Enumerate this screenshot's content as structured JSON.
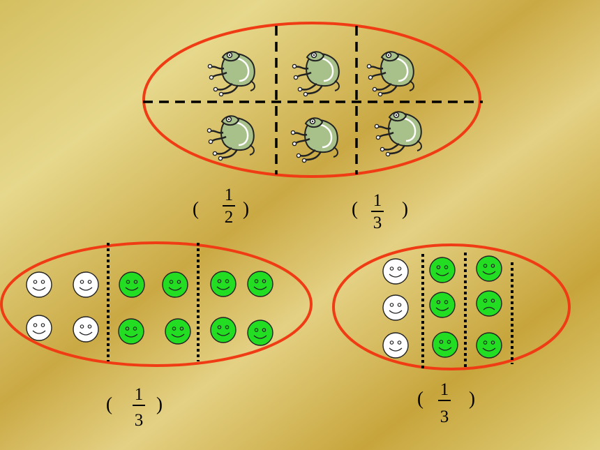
{
  "colors": {
    "background_light": "#e6d88a",
    "background_dark": "#c4a43a",
    "oval_stroke": "#f03c14",
    "divider": "#000000",
    "happy_face": "#22dd22",
    "plain_face": "#ffffff",
    "frog_body": "#a8c08a"
  },
  "icons": {
    "frog": "frog-icon",
    "green_face": "green-smiley-icon",
    "white_face": "white-smiley-icon",
    "sad_face": "green-frown-icon"
  },
  "groups": [
    {
      "name": "frogs",
      "total": 6,
      "parts_horizontal": 2,
      "parts_vertical": 3
    },
    {
      "name": "faces-a",
      "total": 12,
      "white": 4,
      "green": 8,
      "parts": 3
    },
    {
      "name": "faces-b",
      "total": 9,
      "white": 3,
      "green": 6,
      "frown": 1,
      "parts": 3
    }
  ],
  "answers": [
    {
      "open": "(",
      "numerator": "1",
      "denominator": "2",
      "close": ")"
    },
    {
      "open": "(",
      "numerator": "1",
      "denominator": "3",
      "close": ")"
    },
    {
      "open": "(",
      "numerator": "1",
      "denominator": "3",
      "close": ")"
    },
    {
      "open": "(",
      "numerator": "1",
      "denominator": "3",
      "close": ")"
    }
  ]
}
